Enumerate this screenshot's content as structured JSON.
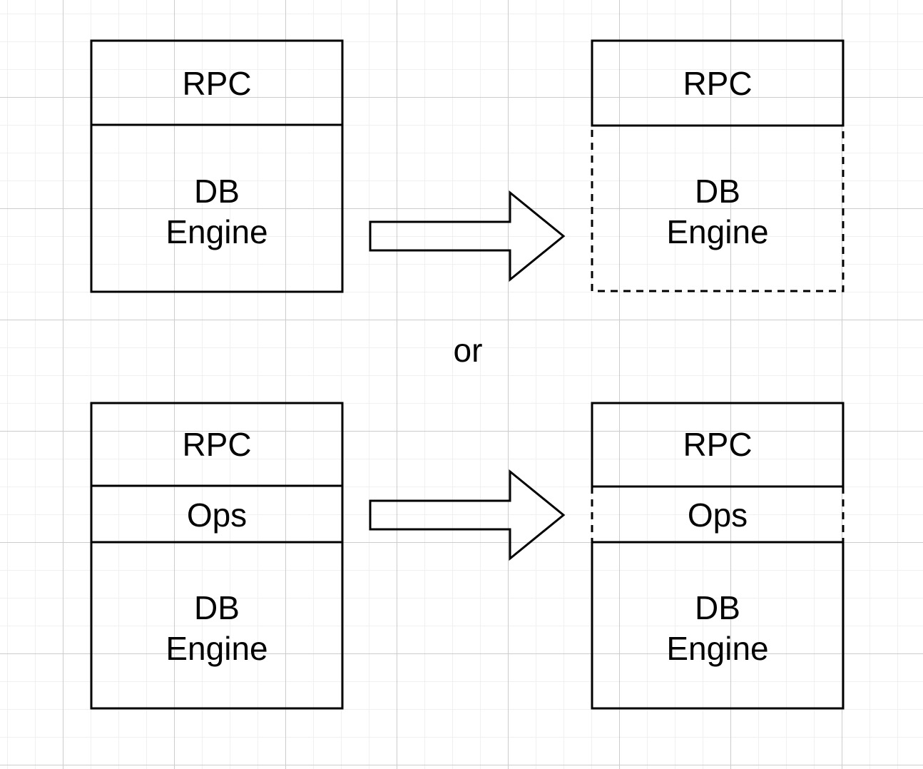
{
  "canvas": {
    "colors": {
      "background": "#ffffff",
      "grid_minor": "#f0f0f0",
      "grid_major": "#cccccc",
      "stroke": "#000000",
      "text": "#000000"
    }
  },
  "separator": {
    "label": "or"
  },
  "variants": [
    {
      "name": "split-out-db-engine",
      "before": {
        "sections": [
          {
            "label_lines": [
              "RPC"
            ],
            "border": "solid"
          },
          {
            "label_lines": [
              "DB",
              "Engine"
            ],
            "border": "solid"
          }
        ]
      },
      "arrow": "right-block-arrow",
      "after": {
        "sections": [
          {
            "label_lines": [
              "RPC"
            ],
            "border": "solid"
          },
          {
            "label_lines": [
              "DB",
              "Engine"
            ],
            "border": "dashed"
          }
        ]
      }
    },
    {
      "name": "split-out-ops",
      "before": {
        "sections": [
          {
            "label_lines": [
              "RPC"
            ],
            "border": "solid"
          },
          {
            "label_lines": [
              "Ops"
            ],
            "border": "solid"
          },
          {
            "label_lines": [
              "DB",
              "Engine"
            ],
            "border": "solid"
          }
        ]
      },
      "arrow": "right-block-arrow",
      "after": {
        "sections": [
          {
            "label_lines": [
              "RPC"
            ],
            "border": "solid"
          },
          {
            "label_lines": [
              "Ops"
            ],
            "border": "dashed-sides"
          },
          {
            "label_lines": [
              "DB",
              "Engine"
            ],
            "border": "solid"
          }
        ]
      }
    }
  ]
}
